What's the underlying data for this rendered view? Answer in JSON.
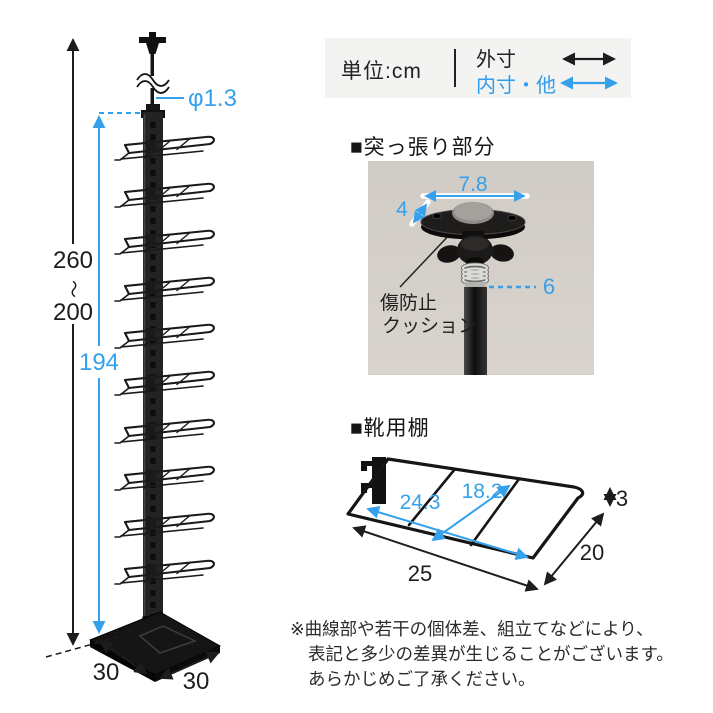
{
  "legend": {
    "unit": "単位:cm",
    "outer": "外寸",
    "inner": "内寸・他"
  },
  "pole": {
    "height_max": "260",
    "height_tilde": "〜",
    "height_min": "200",
    "pole_height": "194",
    "pipe_dia": "φ1.3",
    "base_w": "30",
    "base_d": "30"
  },
  "tension": {
    "title": "■突っ張り部分",
    "top_w": "7.8",
    "top_d": "4",
    "pipe": "6",
    "cushion1": "傷防止",
    "cushion2": "クッション"
  },
  "shoe_shelf": {
    "title": "■靴用棚",
    "inner_w": "24.3",
    "inner_d": "18.2",
    "outer_w": "25",
    "outer_d": "20",
    "lip_h": "3"
  },
  "note": {
    "l1": "※曲線部や若干の個体差、組立てなどにより、",
    "l2": "表記と多少の差異が生じることがございます。",
    "l3": "あらかじめご了承ください。"
  },
  "colors": {
    "accent_blue": "#35a0ec",
    "line_black": "#1d1d1d",
    "photo_bg": "#d2cec7",
    "legend_bg": "#f3f3f1"
  }
}
